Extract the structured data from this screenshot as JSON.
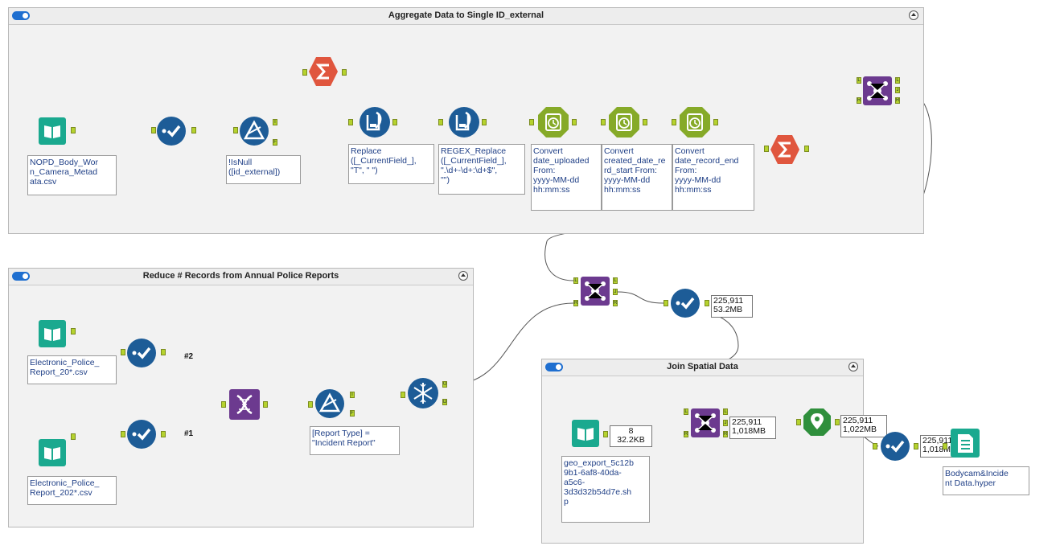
{
  "containers": {
    "aggregate": {
      "title": "Aggregate Data to Single ID_external"
    },
    "reduce": {
      "title": "Reduce # Records from Annual Police Reports"
    },
    "spatial": {
      "title": "Join Spatial Data"
    }
  },
  "tools": {
    "input_bodycam": {
      "label": "NOPD_Body_Wor\nn_Camera_Metad\nata.csv"
    },
    "filter_isnull": {
      "label": "!IsNull\n([id_external])"
    },
    "formula_replace": {
      "label": "Replace\n([_CurrentField_],\n\"T\", \" \")"
    },
    "formula_regex": {
      "label": "REGEX_Replace\n([_CurrentField_],\n\".\\d+-\\d+:\\d+$\",\n\"\")"
    },
    "dt_uploaded": {
      "label": "Convert\ndate_uploaded\nFrom:\nyyyy-MM-dd\nhh:mm:ss"
    },
    "dt_start": {
      "label": "Convert\ncreated_date_re\nrd_start From:\nyyyy-MM-dd\nhh:mm:ss"
    },
    "dt_end": {
      "label": "Convert\ndate_record_end\nFrom:\nyyyy-MM-dd\nhh:mm:ss"
    },
    "input_epr20": {
      "label": "Electronic_Police_\nReport_20*.csv"
    },
    "input_epr202": {
      "label": "Electronic_Police_\nReport_202*.csv"
    },
    "filter_type": {
      "label": "[Report Type] =\n\"Incident Report\""
    },
    "input_geo": {
      "label": "geo_export_5c12b\n9b1-6af8-40da-\na5c6-\n3d3d32b54d7e.sh\np"
    },
    "output_hyper": {
      "label": "Bodycam&Incide\nnt Data.hyper"
    }
  },
  "counts": {
    "after_join1": "225,911\n53.2MB",
    "geo_input": "8\n32.2KB",
    "after_spatial_join": "225,911\n1,018MB",
    "after_spatial_match": "225,911\n1,022MB",
    "after_select": "225,911\n1,018MB"
  },
  "union_tags": {
    "first": "#2",
    "second": "#1"
  },
  "ports": {
    "true_out": "T",
    "false_out": "F",
    "join_left": "L",
    "join_right": "R",
    "join_out": "J",
    "unique_out": "U",
    "dup_out": "D"
  },
  "icons": {
    "input": "book-icon",
    "select": "checkmark-icon",
    "filter": "triangle-icon",
    "summarize": "sigma-icon",
    "formula": "beaker-icon",
    "datetime": "clock-icon",
    "join": "join-nodes-icon",
    "union": "dna-icon",
    "unique": "snowflake-icon",
    "spatial_match": "map-pin-icon",
    "output": "output-file-icon"
  },
  "colors": {
    "input": "#1aa98f",
    "select": "#1d5c97",
    "formula": "#1d5c97",
    "summarize": "#e0563e",
    "datetime": "#86aa28",
    "join": "#6c3a8f",
    "union": "#6c3a8f",
    "spatial": "#2f8f3c",
    "port": "#b5d22e",
    "toggle": "#1f6fd0",
    "wire": "#555555"
  }
}
